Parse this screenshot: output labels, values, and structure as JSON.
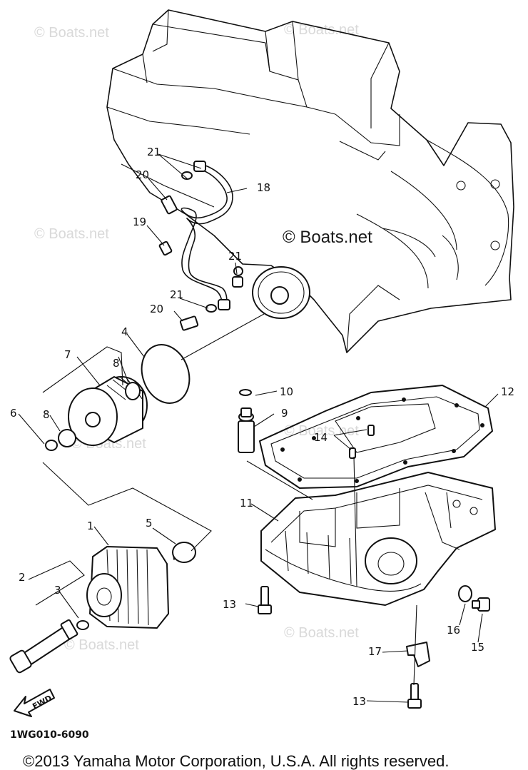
{
  "watermarks": {
    "w1": "© Boats.net",
    "w2": "© Boats.net",
    "w3": "© Boats.net",
    "w4": "© Boats.net",
    "w5": "© Boats.net",
    "w6": "© Boats.net",
    "w7": "© Boats.net",
    "main": "© Boats.net"
  },
  "callouts": {
    "p1": "1",
    "p2": "2",
    "p3": "3",
    "p4": "4",
    "p5": "5",
    "p6": "6",
    "p7": "7",
    "p8a": "8",
    "p8b": "8",
    "p9": "9",
    "p10": "10",
    "p11": "11",
    "p12": "12",
    "p13a": "13",
    "p13b": "13",
    "p14": "14",
    "p15": "15",
    "p16": "16",
    "p17": "17",
    "p18": "18",
    "p19": "19",
    "p20a": "20",
    "p20b": "20",
    "p21a": "21",
    "p21b": "21",
    "p21c": "21"
  },
  "fwd_label": "FWD",
  "diagram_code": "1WG010-6090",
  "copyright": "©2013 Yamaha Motor Corporation, U.S.A. All rights reserved."
}
